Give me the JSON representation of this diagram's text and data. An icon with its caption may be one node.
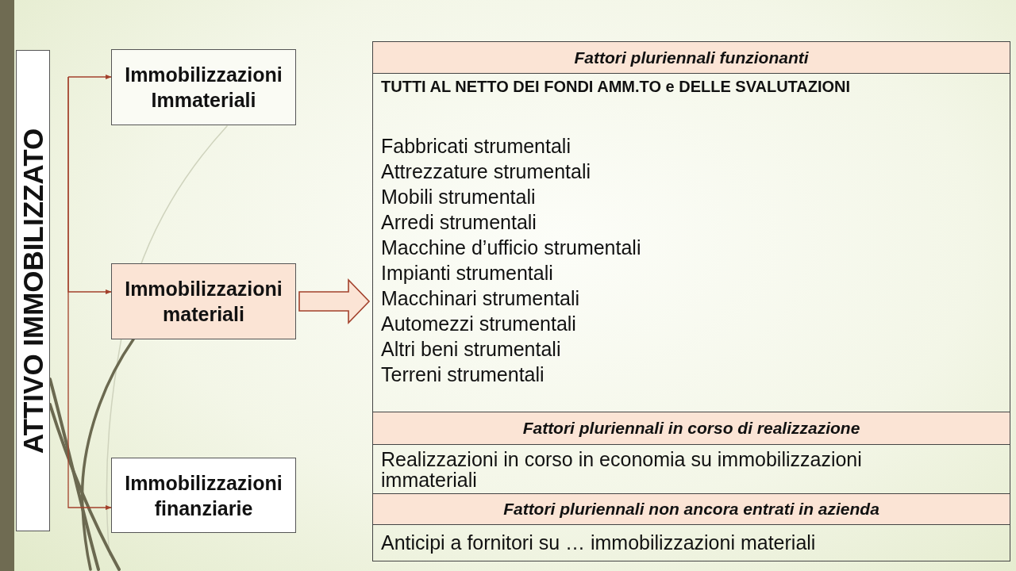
{
  "diagram": {
    "nodes": [
      {
        "text": [
          "ATTIVO IMMOBILIZZATO"
        ]
      },
      {
        "text": [
          "Immobilizzazioni Immateriali"
        ]
      },
      {
        "text": [
          "Immobilizzazioni materiali"
        ]
      },
      {
        "text": [
          "Immobilizzazioni finanziarie"
        ]
      },
      {
        "text": [],
        "shape": "box"
      },
      {
        "text": [
          "Fattori pluriennali funzionanti"
        ],
        "in": 4
      },
      {
        "text": [
          "TUTTI AL NETTO DEI FONDI AMM.TO e DELLE SVALUTAZIONI",
          "Fabbricati strumentali",
          "Attrezzature strumentali",
          "Mobili strumentali",
          "Arredi strumentali",
          "Macchine d’ufficio strumentali",
          "Impianti strumentali",
          "Macchinari strumentali",
          "Automezzi strumentali",
          "Altri beni strumentali",
          "Terreni strumentali"
        ],
        "in": 4
      },
      {
        "text": [
          "Fattori pluriennali in corso di realizzazione"
        ],
        "in": 4
      },
      {
        "text": [
          "Realizzazioni in corso in economia su immobilizzazioni immateriali"
        ],
        "in": 4
      },
      {
        "text": [
          "Fattori pluriennali non ancora entrati in azienda"
        ],
        "in": 4
      },
      {
        "text": [
          "Anticipi a fornitori su … immobilizzazioni materiali"
        ],
        "in": 4
      }
    ],
    "edges": [
      {
        "from": null,
        "to": 1,
        "arrow": "to"
      },
      {
        "from": null,
        "to": 2,
        "arrow": "to"
      },
      {
        "from": null,
        "to": 3,
        "arrow": "to"
      },
      {
        "from": 2,
        "to": 4,
        "arrow": "to",
        "style": "thick"
      }
    ]
  }
}
